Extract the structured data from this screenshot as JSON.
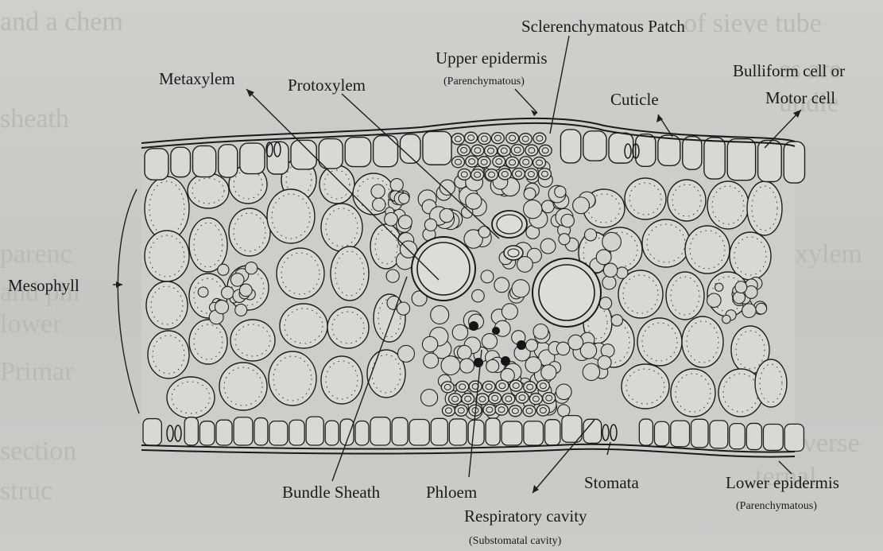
{
  "labels": {
    "sclerenchymatous_patch": "Sclerenchymatous Patch",
    "upper_epidermis": "Upper epidermis",
    "upper_epidermis_note": "(Parenchymatous)",
    "metaxylem": "Metaxylem",
    "protoxylem": "Protoxylem",
    "cuticle": "Cuticle",
    "bulliform_line1": "Bulliform cell or",
    "bulliform_line2": "Motor cell",
    "mesophyll": "Mesophyll",
    "bundle_sheath": "Bundle Sheath",
    "phloem": "Phloem",
    "stomata": "Stomata",
    "lower_epidermis": "Lower epidermis",
    "lower_epidermis_note": "(Parenchymatous)",
    "respiratory_cavity": "Respiratory cavity",
    "respiratory_cavity_note": "(Substomatal cavity)"
  },
  "colors": {
    "ink": "#1b1b1b",
    "paper": "#c9c9c6",
    "cell_fill": "#d8d8d4"
  }
}
